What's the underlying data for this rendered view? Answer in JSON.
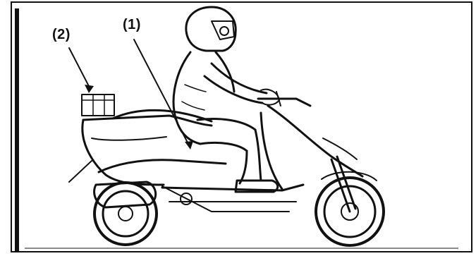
{
  "labels": {
    "item_2": "(2)",
    "item_1": "(1)"
  },
  "colors": {
    "line": "#111111",
    "background": "#ffffff"
  },
  "icons": [
    "scooter-rider-illustration",
    "leader-arrow-icon"
  ]
}
